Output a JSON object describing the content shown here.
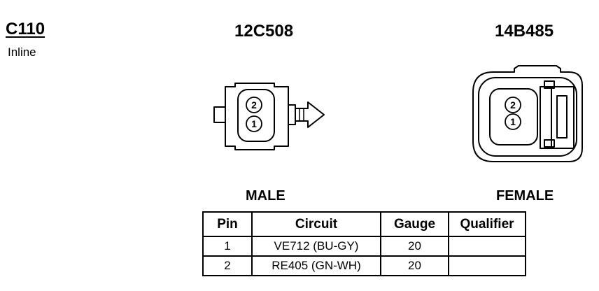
{
  "connector": {
    "id": "C110",
    "type": "Inline"
  },
  "male": {
    "part_number": "12C508",
    "label": "MALE",
    "pins": [
      "2",
      "1"
    ]
  },
  "female": {
    "part_number": "14B485",
    "label": "FEMALE",
    "pins": [
      "2",
      "1"
    ]
  },
  "pinout_table": {
    "headers": [
      "Pin",
      "Circuit",
      "Gauge",
      "Qualifier"
    ],
    "rows": [
      [
        "1",
        "VE712 (BU-GY)",
        "20",
        ""
      ],
      [
        "2",
        "RE405 (GN-WH)",
        "20",
        ""
      ]
    ]
  }
}
